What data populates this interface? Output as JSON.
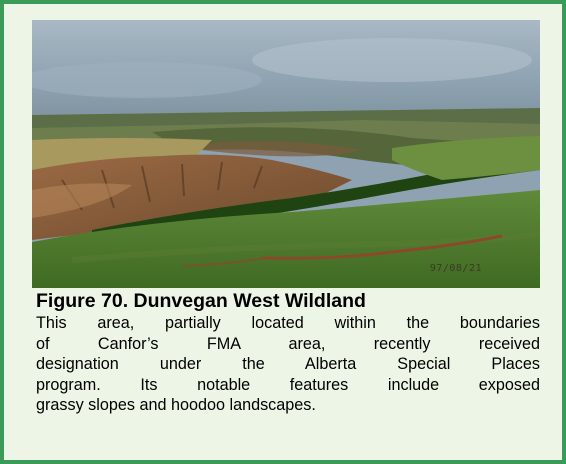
{
  "figure": {
    "stamp": "97/08/21",
    "title": "Figure 70.  Dunvegan West Wildland",
    "caption_lines": [
      "This area, partially located within the boundaries",
      "of Canfor’s FMA area, recently received",
      "designation under the Alberta Special Places",
      "program.  Its notable features include exposed",
      "grassy slopes and hoodoo landscapes."
    ]
  },
  "colors": {
    "border": "#3a9a57",
    "panel_background": "#edf6e6"
  }
}
